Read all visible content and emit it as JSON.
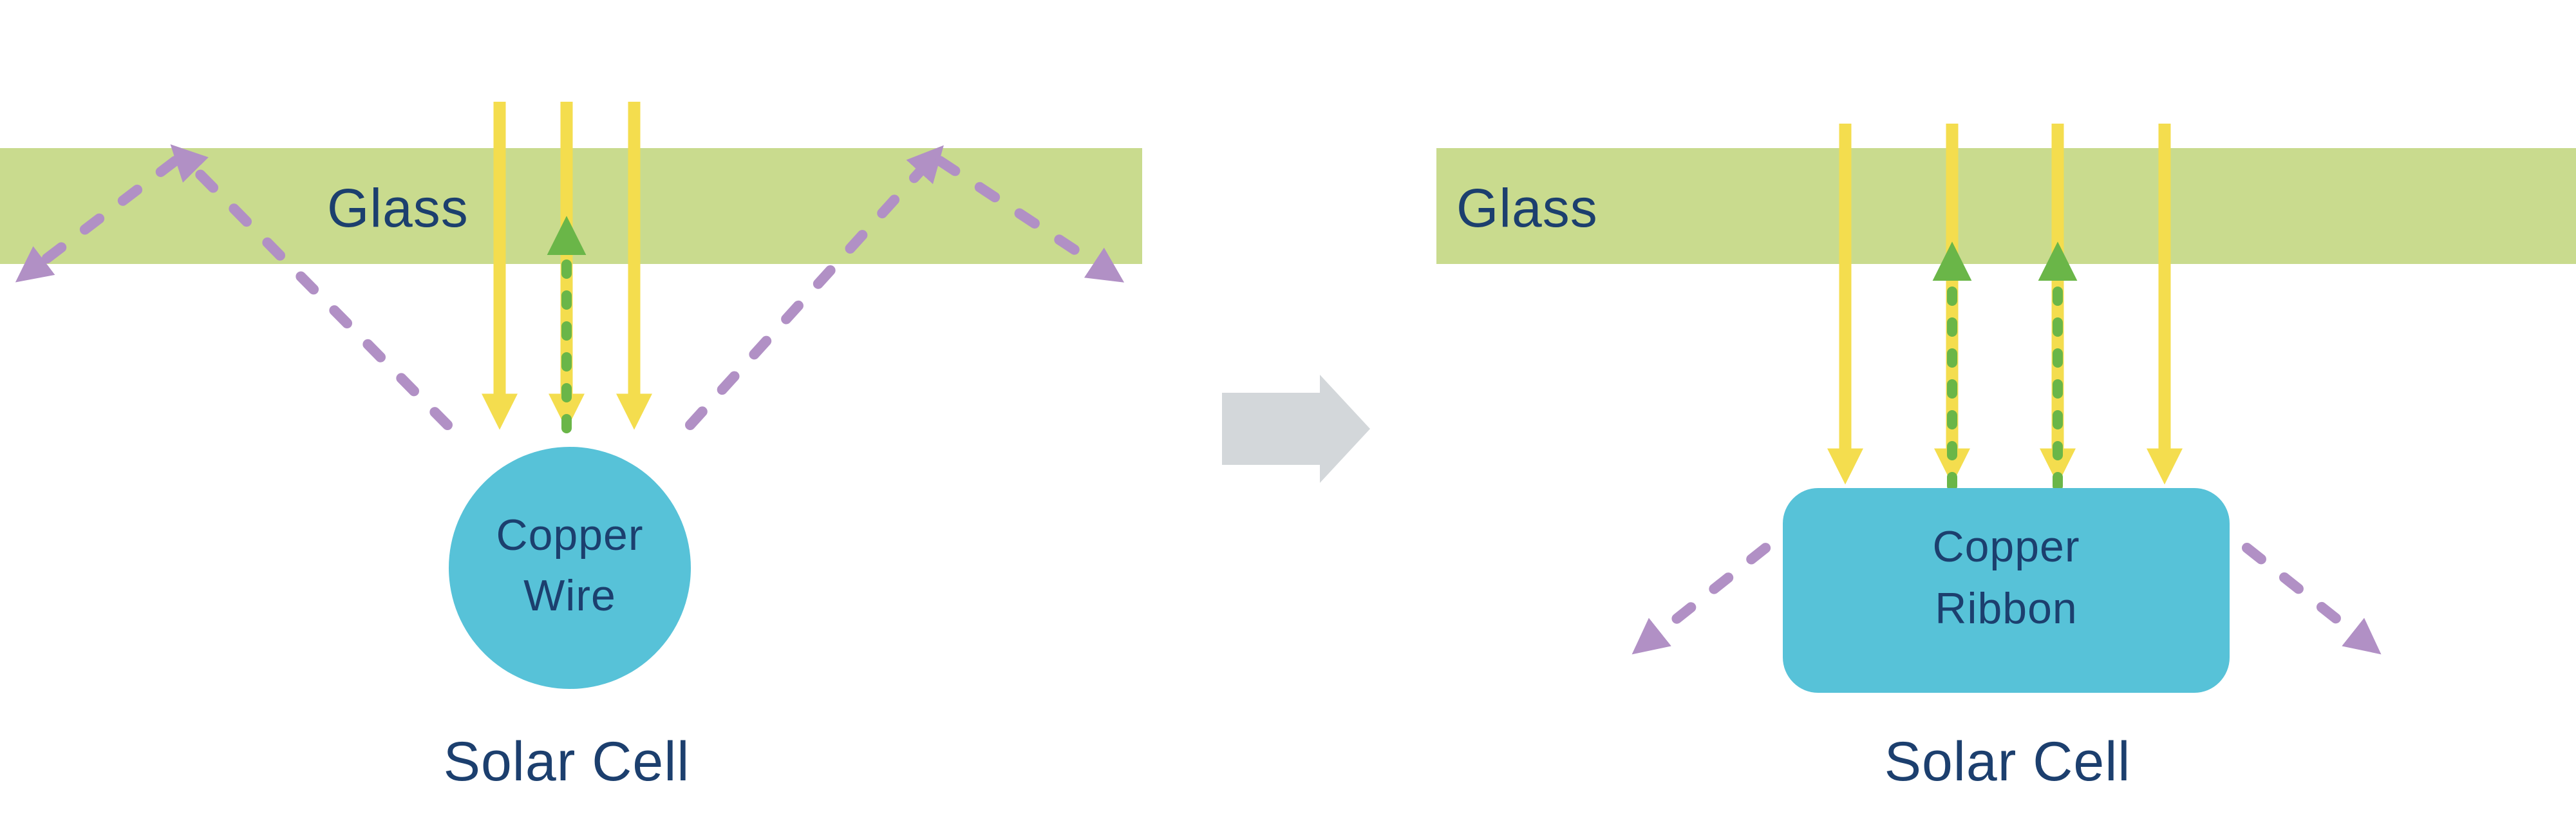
{
  "diagram": {
    "left": {
      "glass_label": "Glass",
      "copper_label_line1": "Copper",
      "copper_label_line2": "Wire",
      "solar_cell_label": "Solar Cell"
    },
    "right": {
      "glass_label": "Glass",
      "copper_label_line1": "Copper",
      "copper_label_line2": "Ribbon",
      "solar_cell_label": "Solar Cell"
    }
  },
  "icons": {
    "sunlight-arrow": "solid-yellow-down-arrow",
    "reflected-light-arrow": "dashed-purple-arrow",
    "absorbed-light-arrow": "dashed-green-up-arrow",
    "transition-arrow": "gray-right-block-arrow"
  },
  "colors": {
    "glass_green": "#c9db8e",
    "sunlight_yellow": "#f4dd4e",
    "reflection_purple": "#b190c5",
    "absorbed_green": "#6ab648",
    "copper_blue": "#57c2d8",
    "text_navy": "#1c3f6e",
    "transition_gray": "#d3d7da",
    "background": "#ffffff"
  }
}
